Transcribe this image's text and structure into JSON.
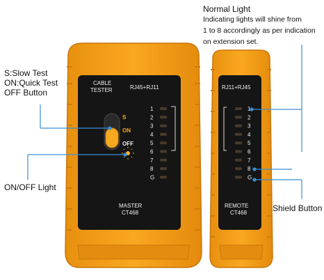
{
  "colors": {
    "housing_orange": "#f7a21a",
    "housing_dark": "#d9830c",
    "panel_black": "#151515",
    "callout_blue": "#3a8fd6",
    "switch_orange": "#f6a81f",
    "label_white": "#f2f2f2"
  },
  "annotations": {
    "normal_light_title": "Normal Light",
    "normal_light_line1": "Indicating lights will shine from",
    "normal_light_line2": "1 to 8 accordingly as per indication",
    "normal_light_line3": "on extension set.",
    "switch_line1": "S:Slow Test",
    "switch_line2": "ON:Quick Test",
    "switch_line3": "OFF Button",
    "onoff_light": "ON/OFF Light",
    "shield_button": "Shield Button"
  },
  "master": {
    "label_line1": "CABLE",
    "label_line2": "TESTER",
    "ports": "RJ45+RJ11",
    "switch_s": "S",
    "switch_on": "ON",
    "switch_off": "OFF",
    "lights": [
      "1",
      "2",
      "3",
      "4",
      "5",
      "6",
      "7",
      "8",
      "G"
    ],
    "name": "MASTER",
    "model": "CT468"
  },
  "remote": {
    "ports": "RJ11+RJ45",
    "lights": [
      "1",
      "2",
      "3",
      "4",
      "5",
      "6",
      "7",
      "8",
      "G"
    ],
    "name": "REMOTE",
    "model": "CT468"
  }
}
